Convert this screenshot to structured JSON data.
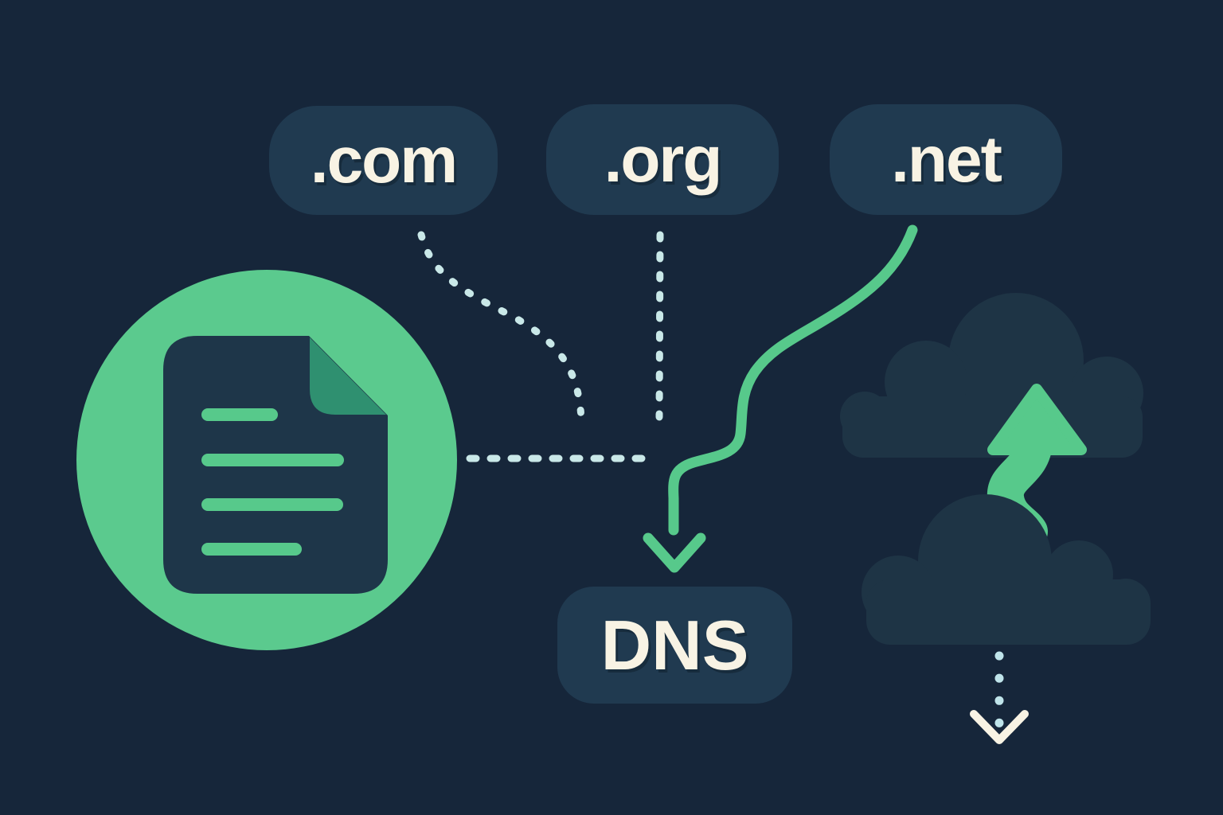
{
  "title": "DNS domain resolution illustration",
  "colors": {
    "background": "#16263A",
    "panel": "#203A50",
    "cloud": "#1E3445",
    "document_body": "#1E3649",
    "document_fold": "#2F9070",
    "accent_green": "#57C98B",
    "circle_green": "#5BCA8E",
    "dot_light": "#C9E8E8",
    "text_cream": "#F8F3E4"
  },
  "domains": [
    {
      "label": ".com"
    },
    {
      "label": ".org"
    },
    {
      "label": ".net"
    }
  ],
  "dns_box": {
    "label": "DNS"
  },
  "icons": [
    {
      "name": "document-icon",
      "meaning": "document page with folded corner and four text lines inside a green circle"
    },
    {
      "name": "cloud-upper-icon",
      "meaning": "cloud shape, upper right"
    },
    {
      "name": "cloud-lower-icon",
      "meaning": "cloud shape, lower right"
    },
    {
      "name": "upload-arrow-icon",
      "meaning": "green curved arrow pointing up from lower cloud to upper cloud"
    },
    {
      "name": "dns-arrow-icon",
      "meaning": "solid green curved arrow from .net pill down into DNS box"
    },
    {
      "name": "download-dotted-arrow-icon",
      "meaning": "dotted arrow pointing down below lower cloud"
    }
  ],
  "connections": [
    {
      "from": ".com",
      "to": "DNS",
      "style": "dotted-curve"
    },
    {
      "from": ".org",
      "to": "DNS",
      "style": "dotted-vertical-line"
    },
    {
      "from": ".net",
      "to": "DNS",
      "style": "solid-green-arrow"
    },
    {
      "from": "document-circle",
      "to": "DNS",
      "style": "dotted-horizontal-line"
    },
    {
      "from": "cloud-lower",
      "to": "cloud-upper",
      "style": "solid-green-up-arrow"
    },
    {
      "from": "cloud-lower",
      "to": "below",
      "style": "dotted-down-arrow"
    }
  ]
}
